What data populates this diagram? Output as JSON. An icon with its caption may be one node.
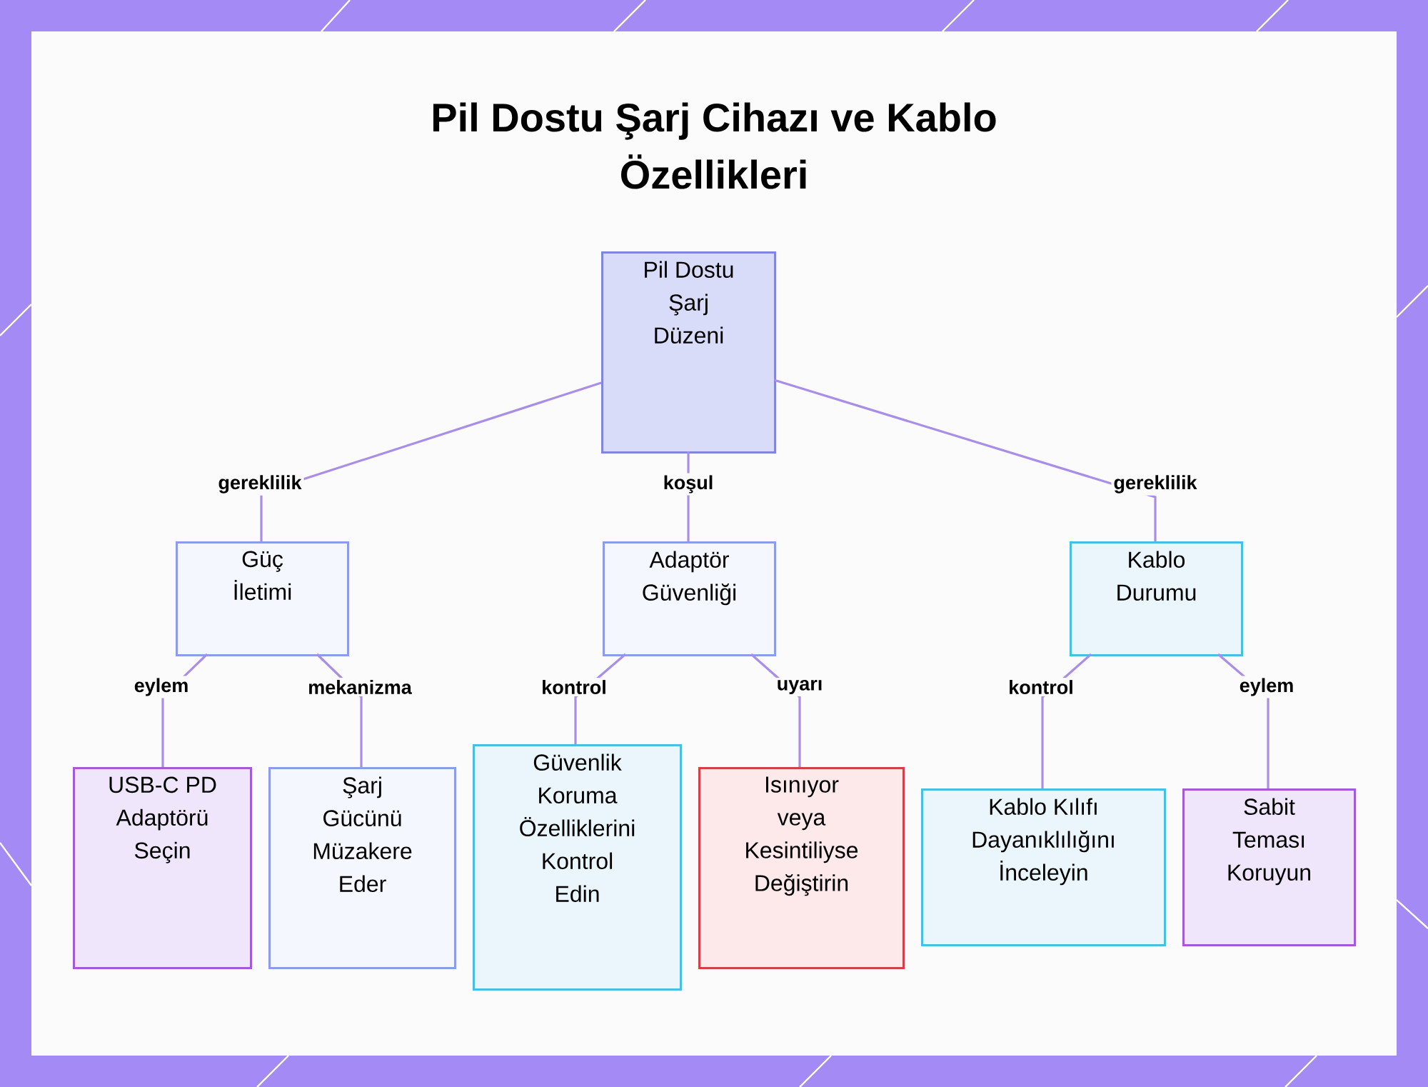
{
  "diagram": {
    "title": "Pil Dostu Şarj Cihazı ve Kablo Özellikleri",
    "nodes": [
      {
        "text": [
          "Pil Dostu Şarj Düzeni"
        ]
      },
      {
        "text": [
          "Güç İletimi"
        ]
      },
      {
        "text": [
          "Adaptör Güvenliği"
        ]
      },
      {
        "text": [
          "Kablo Durumu"
        ]
      },
      {
        "text": [
          "USB-C PD Adaptörü Seçin"
        ]
      },
      {
        "text": [
          "Şarj Gücünü Müzakere Eder"
        ]
      },
      {
        "text": [
          "Güvenlik Koruma Özelliklerini Kontrol Edin"
        ]
      },
      {
        "text": [
          "Isınıyor veya Kesintiliyse Değiştirin"
        ]
      },
      {
        "text": [
          "Kablo Kılıfı Dayanıklılığını İnceleyin"
        ]
      },
      {
        "text": [
          "Sabit Teması Koruyun"
        ]
      }
    ],
    "edges": [
      {
        "from": 0,
        "to": 1,
        "arrow": "none",
        "label": "gereklilik"
      },
      {
        "from": 0,
        "to": 2,
        "arrow": "none",
        "label": "koşul"
      },
      {
        "from": 0,
        "to": 3,
        "arrow": "none",
        "label": "gereklilik"
      },
      {
        "from": 1,
        "to": 4,
        "arrow": "none",
        "label": "eylem"
      },
      {
        "from": 1,
        "to": 5,
        "arrow": "none",
        "label": "mekanizma"
      },
      {
        "from": 2,
        "to": 6,
        "arrow": "none",
        "label": "kontrol"
      },
      {
        "from": 2,
        "to": 7,
        "arrow": "none",
        "label": "uyarı"
      },
      {
        "from": 3,
        "to": 8,
        "arrow": "none",
        "label": "kontrol"
      },
      {
        "from": 3,
        "to": 9,
        "arrow": "none",
        "label": "eylem"
      }
    ]
  }
}
